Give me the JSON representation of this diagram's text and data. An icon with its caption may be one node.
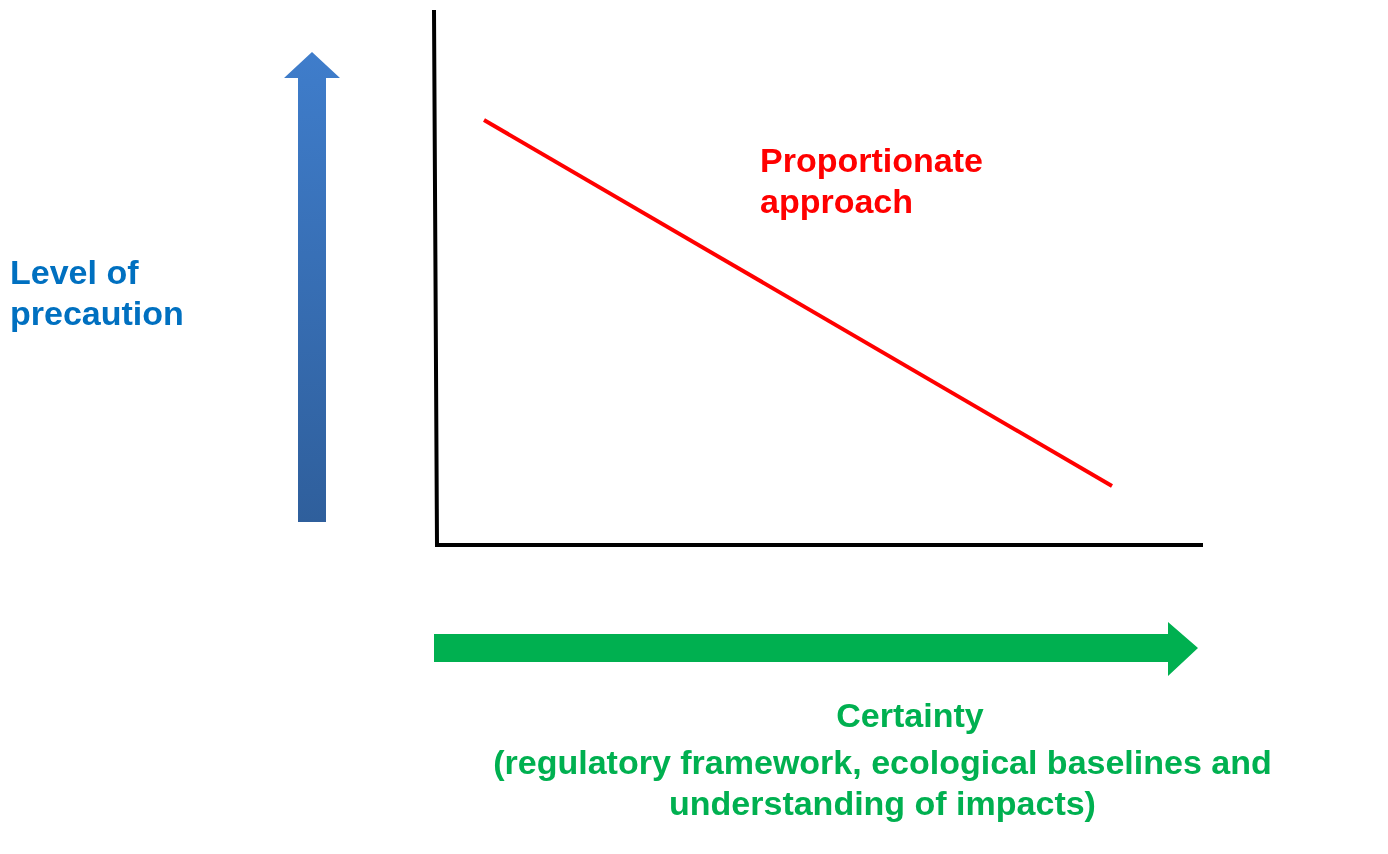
{
  "diagram": {
    "labels": [
      "Proportionate approach",
      "Level of precaution",
      "Certainty",
      "(regulatory framework, ecological baselines and understanding of impacts)"
    ]
  }
}
